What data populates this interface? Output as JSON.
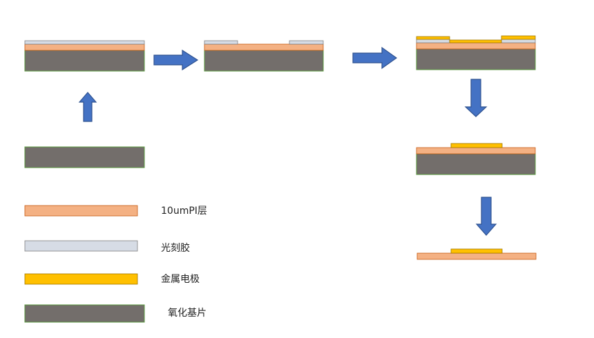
{
  "colors": {
    "substrate_fill": "#736e6b",
    "substrate_stroke": "#5a9a3c",
    "pi_fill": "#f4b183",
    "pi_stroke": "#c55a11",
    "photoresist_fill": "#d6dce5",
    "photoresist_stroke": "#7f7f7f",
    "electrode_fill": "#ffc000",
    "electrode_stroke": "#a07600",
    "arrow_fill": "#4472c4",
    "arrow_stroke": "#2f528f"
  },
  "legend": {
    "pi_label": "10umPI层",
    "photoresist_label": "光刻胶",
    "electrode_label": "金属电极",
    "substrate_label": "氧化基片"
  }
}
